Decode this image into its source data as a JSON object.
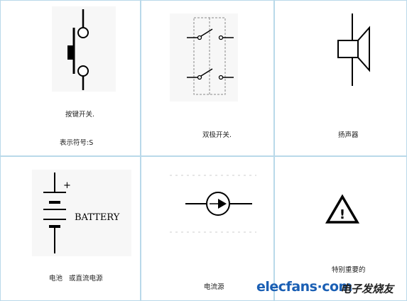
{
  "symbols": [
    {
      "icon": "pushbutton-switch-icon",
      "label": "按键开关.",
      "sublabel": "表示符号:S"
    },
    {
      "icon": "double-pole-switch-icon",
      "label": "双极开关."
    },
    {
      "icon": "speaker-icon",
      "label": "扬声器"
    },
    {
      "icon": "battery-icon",
      "label": "电池   或直流电源",
      "symbol_text": "BATTERY",
      "plus_sign": "+"
    },
    {
      "icon": "current-source-icon",
      "label": "电流源"
    },
    {
      "icon": "warning-triangle-icon",
      "label": "特别重要的",
      "symbol_text": "!"
    }
  ],
  "watermark": {
    "text": "elecfans·com 电子发烧友"
  }
}
